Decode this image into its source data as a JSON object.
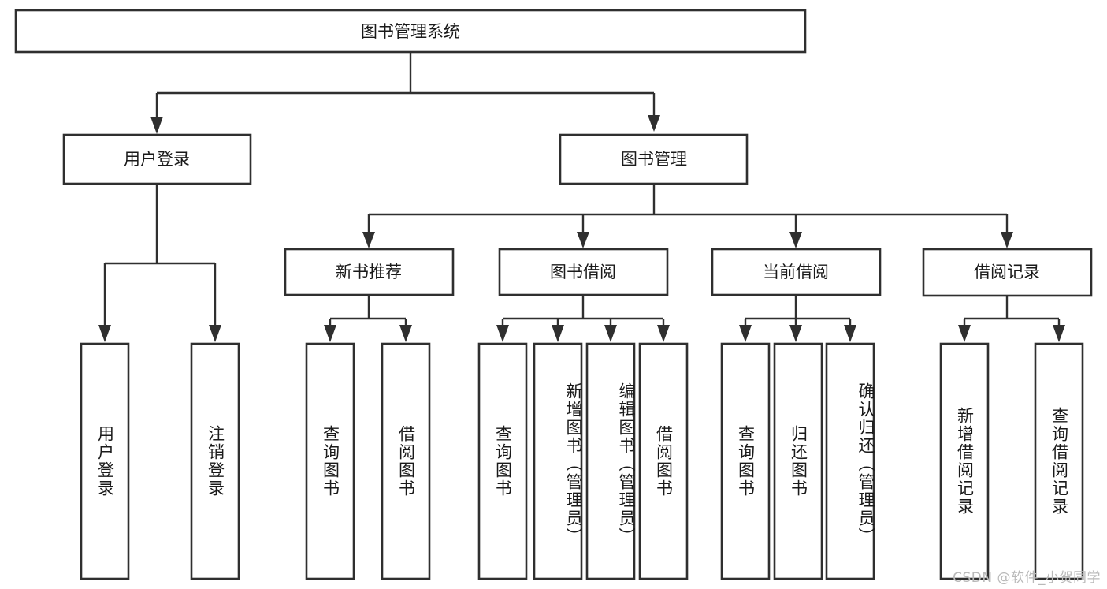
{
  "diagram": {
    "type": "tree-hierarchy-chart",
    "title": "图书管理系统",
    "watermark": "CSDN @软件_小贺同学",
    "colors": {
      "box_stroke": "#2f2f2f",
      "box_fill": "#ffffff",
      "text": "#1a1a1a",
      "watermark": "#b9b9b9",
      "background": "#ffffff"
    },
    "root": {
      "label": "图书管理系统",
      "orientation": "horizontal"
    },
    "level1": [
      {
        "label": "用户登录",
        "orientation": "horizontal"
      },
      {
        "label": "图书管理",
        "orientation": "horizontal"
      }
    ],
    "level2": [
      {
        "label": "新书推荐",
        "orientation": "horizontal"
      },
      {
        "label": "图书借阅",
        "orientation": "horizontal"
      },
      {
        "label": "当前借阅",
        "orientation": "horizontal"
      },
      {
        "label": "借阅记录",
        "orientation": "horizontal"
      }
    ],
    "leaves": {
      "user_login": [
        {
          "label": "用户登录",
          "orientation": "vertical"
        },
        {
          "label": "注销登录",
          "orientation": "vertical"
        }
      ],
      "new_book_recommend": [
        {
          "label": "查询图书",
          "orientation": "vertical"
        },
        {
          "label": "借阅图书",
          "orientation": "vertical"
        }
      ],
      "book_borrow": [
        {
          "label": "查询图书",
          "orientation": "vertical"
        },
        {
          "label": "新增图书（管理员）",
          "orientation": "vertical"
        },
        {
          "label": "编辑图书（管理员）",
          "orientation": "vertical"
        },
        {
          "label": "借阅图书",
          "orientation": "vertical"
        }
      ],
      "current_borrow": [
        {
          "label": "查询图书",
          "orientation": "vertical"
        },
        {
          "label": "归还图书",
          "orientation": "vertical"
        },
        {
          "label": "确认归还（管理员）",
          "orientation": "vertical"
        }
      ],
      "borrow_record": [
        {
          "label": "新增借阅记录",
          "orientation": "vertical"
        },
        {
          "label": "查询借阅记录",
          "orientation": "vertical"
        }
      ]
    }
  }
}
